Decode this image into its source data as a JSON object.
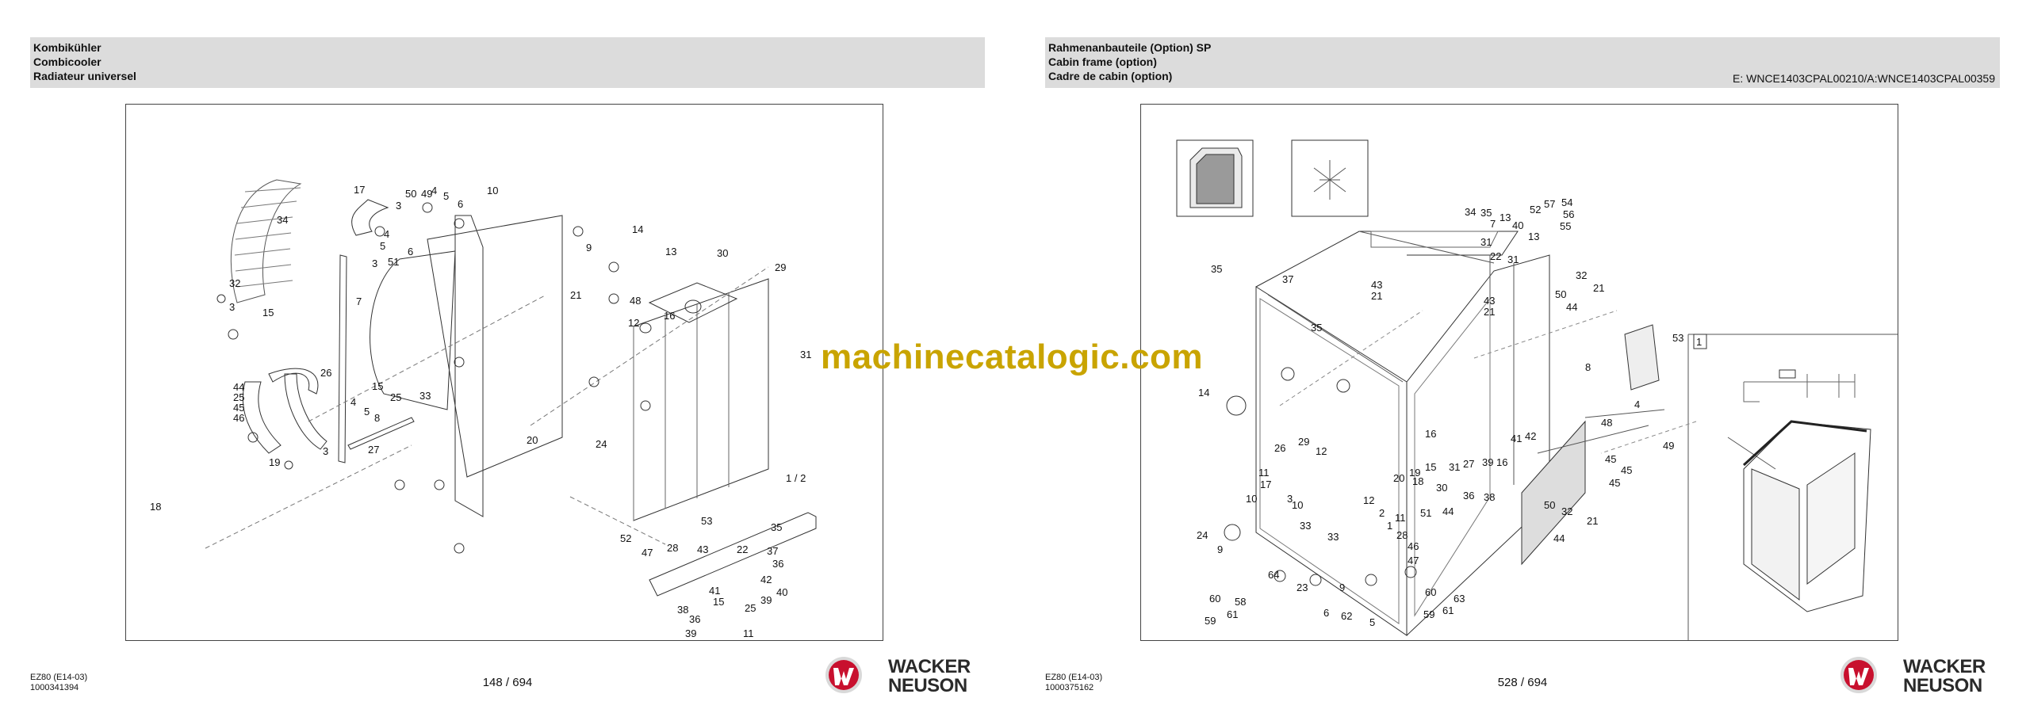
{
  "pages": [
    {
      "title_de": "Kombikühler",
      "title_en": "Combicooler",
      "title_fr": "Radiateur universel",
      "serial": "",
      "model": "EZ80 (E14-03)",
      "doc_number": "1000341394",
      "page_number": "148 / 694",
      "brand_line1": "WACKER",
      "brand_line2": "NEUSON",
      "callouts": [
        "34",
        "17",
        "50",
        "49",
        "4",
        "5",
        "10",
        "6",
        "3",
        "4",
        "5",
        "3",
        "51",
        "6",
        "9",
        "21",
        "7",
        "32",
        "3",
        "15",
        "26",
        "44",
        "25",
        "45",
        "46",
        "15",
        "4",
        "5",
        "25",
        "8",
        "33",
        "27",
        "19",
        "3",
        "18",
        "20",
        "14",
        "13",
        "30",
        "29",
        "48",
        "16",
        "12",
        "31",
        "24",
        "1 / 2",
        "35",
        "53",
        "52",
        "47",
        "28",
        "43",
        "22",
        "37",
        "36",
        "42",
        "40",
        "39",
        "41",
        "15",
        "25",
        "38",
        "36",
        "11",
        "39"
      ]
    },
    {
      "title_de": "Rahmenanbauteile (Option) SP",
      "title_en": "Cabin frame (option)",
      "title_fr": "Cadre de cabin (option)",
      "serial": "E: WNCE1403CPAL00210/A:WNCE1403CPAL00359",
      "model": "EZ80 (E14-03)",
      "doc_number": "1000375162",
      "page_number": "528 / 694",
      "brand_line1": "WACKER",
      "brand_line2": "NEUSON",
      "inset_label": "1",
      "callouts": [
        "34",
        "35",
        "7",
        "52",
        "57",
        "54",
        "56",
        "13",
        "40",
        "55",
        "13",
        "31",
        "22",
        "31",
        "35",
        "37",
        "43",
        "21",
        "43",
        "21",
        "32",
        "21",
        "50",
        "44",
        "35",
        "53",
        "8",
        "14",
        "4",
        "48",
        "49",
        "16",
        "41",
        "42",
        "26",
        "29",
        "12",
        "45",
        "45",
        "45",
        "11",
        "19",
        "15",
        "31",
        "27",
        "39",
        "16",
        "17",
        "20",
        "18",
        "30",
        "36",
        "38",
        "10",
        "3",
        "10",
        "12",
        "51",
        "44",
        "50",
        "32",
        "21",
        "2",
        "11",
        "1",
        "33",
        "28",
        "24",
        "33",
        "44",
        "9",
        "46",
        "47",
        "64",
        "23",
        "9",
        "60",
        "63",
        "60",
        "58",
        "6",
        "61",
        "62",
        "59",
        "5",
        "61",
        "59"
      ]
    }
  ],
  "watermark": "machinecatalogic.com"
}
